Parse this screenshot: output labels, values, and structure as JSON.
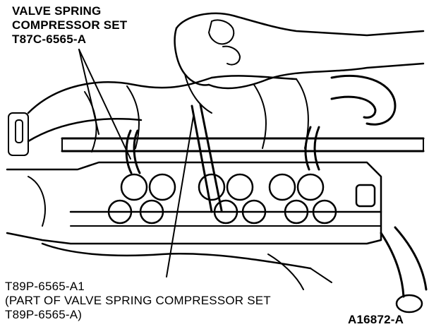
{
  "callouts": {
    "upper": {
      "line1": "VALVE SPRING",
      "line2": "COMPRESSOR SET",
      "line3": "T87C-6565-A"
    },
    "lower": {
      "line1": "T89P-6565-A1",
      "line2": "(PART OF VALVE SPRING COMPRESSOR SET",
      "line3": "T89P-6565-A)"
    }
  },
  "figure_id": "A16872-A",
  "colors": {
    "ink": "#000000",
    "background": "#ffffff"
  }
}
